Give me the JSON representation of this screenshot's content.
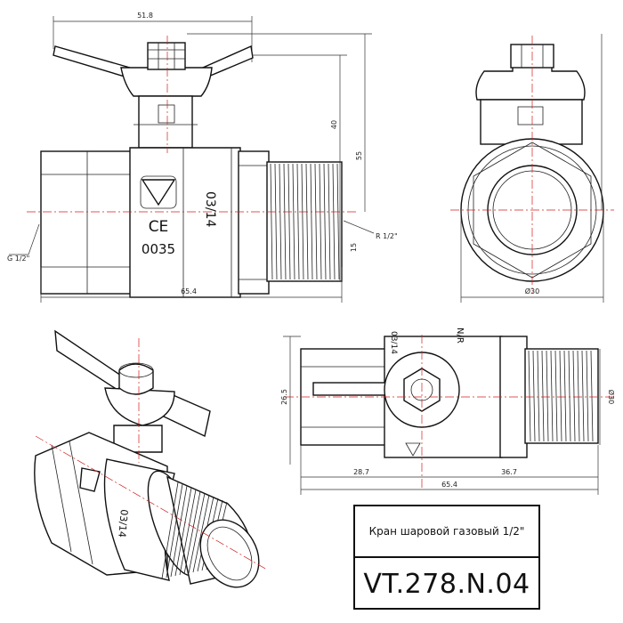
{
  "drawing": {
    "dimensions": {
      "top_width": "51.8",
      "height_40": "40",
      "height_55": "55",
      "dim_15": "15",
      "g_thread": "G 1/2\"",
      "r_thread": "R 1/2\"",
      "bottom_length": "65.4",
      "diameter_side": "Ø30",
      "height_26_5": "26.5",
      "diameter_top": "Ø30",
      "len_28_7": "28.7",
      "len_36_7": "36.7",
      "len_65_4": "65.4"
    },
    "body_marks": {
      "date_code": "03/14",
      "ce": "CE",
      "cert_number": "0035",
      "iso_date": "03/14",
      "top_mark_a": "N/R",
      "top_mark_b": "03/14"
    }
  },
  "title_block": {
    "description": "Кран шаровой газовый 1/2\"",
    "code": "VT.278.N.04"
  }
}
